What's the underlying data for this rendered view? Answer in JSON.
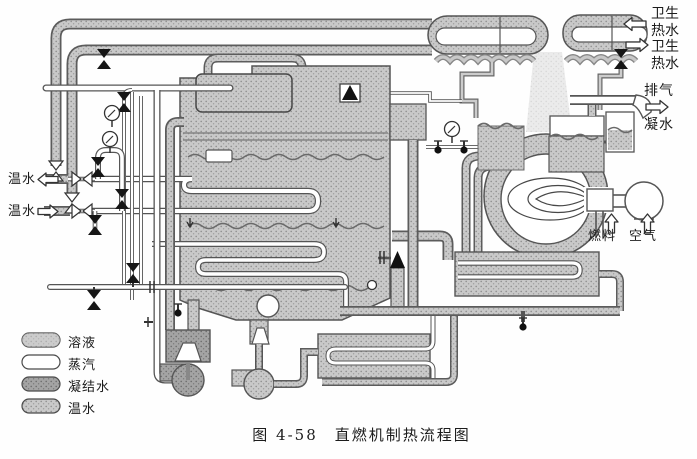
{
  "figure": {
    "caption": "图 4-58　直燃机制热流程图"
  },
  "labels": {
    "warm_water_out": "温水",
    "warm_water_in": "温水",
    "sanitary_hot_water_in": "卫生热水",
    "sanitary_hot_water_out": "卫生热水",
    "exhaust": "排气",
    "exhaust_condensate": "凝水",
    "fuel": "燃料",
    "air": "空气"
  },
  "arrows": {
    "warm_water_out": "⇦",
    "warm_water_in": "⇨",
    "sanitary_hot_water_in": "⇦",
    "sanitary_hot_water_out": "⇨",
    "exhaust": "⇨",
    "fuel": "⇧",
    "air": "⇧"
  },
  "legend": {
    "items": [
      {
        "label": "溶液",
        "swatch": "solution"
      },
      {
        "label": "蒸汽",
        "swatch": "steam"
      },
      {
        "label": "凝结水",
        "swatch": "condensate"
      },
      {
        "label": "温水",
        "swatch": "warm-water"
      }
    ]
  },
  "colors": {
    "pipe_gray": "#c6c6c6",
    "vessel_gray": "#c9c9c9",
    "dark_gray": "#a2a2a2",
    "outline": "#5c5c5c",
    "valve_black": "#161616",
    "background": "#fefefe"
  }
}
